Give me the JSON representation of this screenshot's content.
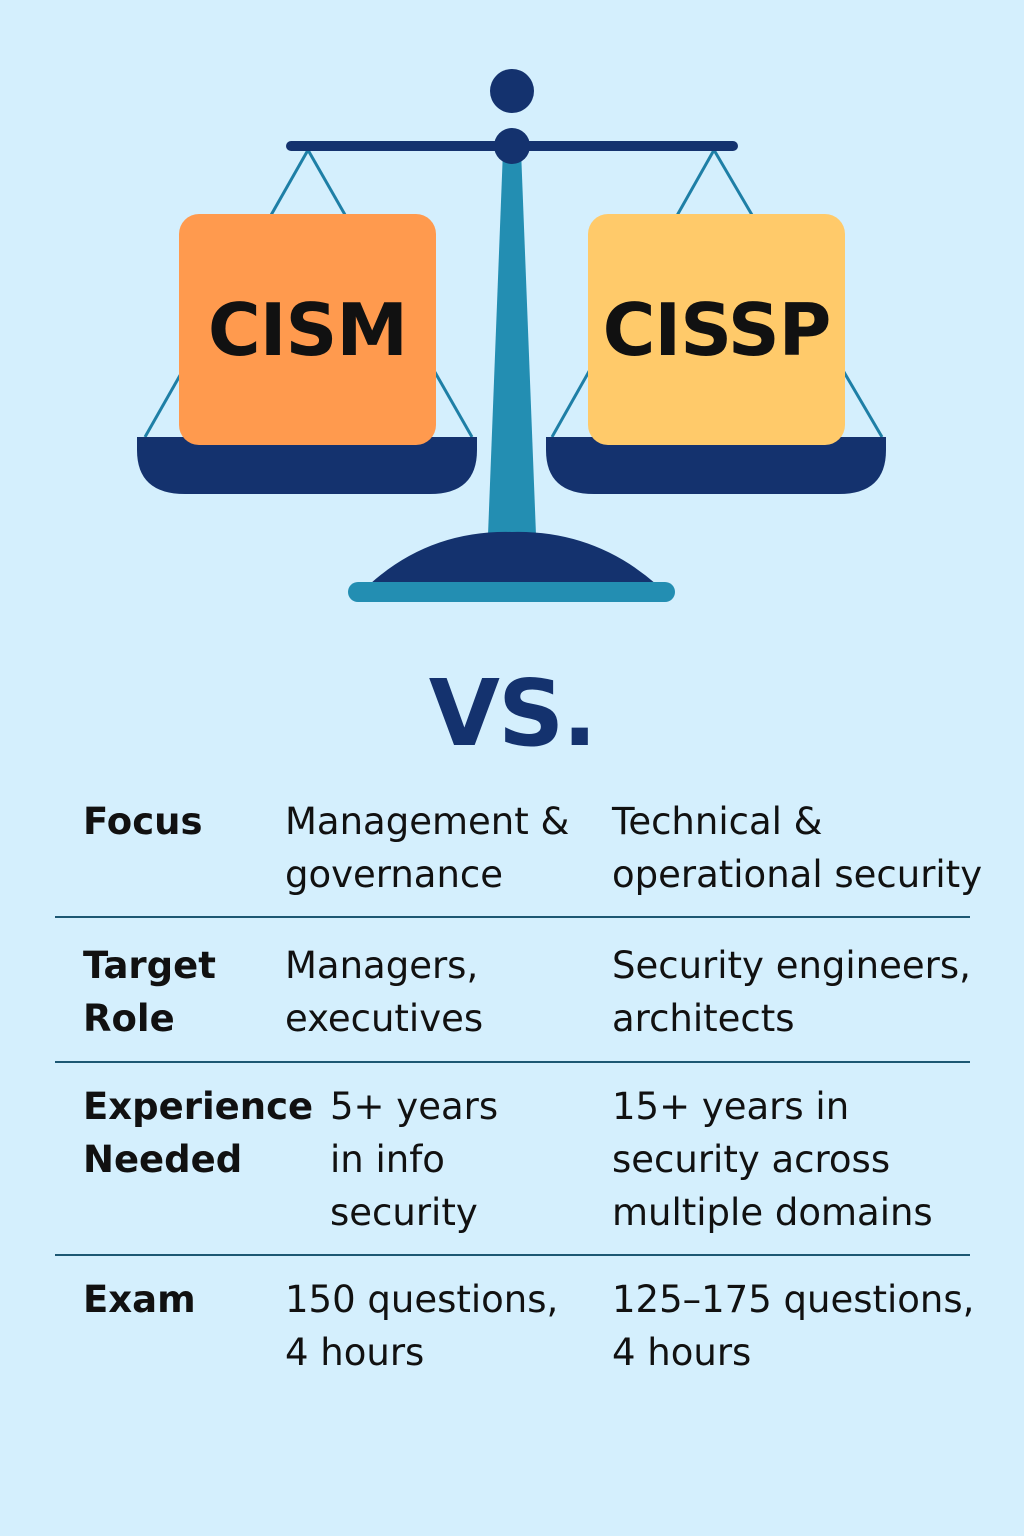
{
  "scale": {
    "left_label": "CISM",
    "right_label": "CISSP",
    "colors": {
      "navy": "#14326e",
      "teal": "#238eb2",
      "cism": "#ff9a4e",
      "cissp": "#ffca6a",
      "background": "#d4effd"
    }
  },
  "vs_label": "VS.",
  "rows": [
    {
      "label": "Focus",
      "cism": "Management &\ngovernance",
      "cissp": "Technical &\noperational security"
    },
    {
      "label": "Target\nRole",
      "cism": "Managers,\nexecutives",
      "cissp": "Security engineers,\narchitects"
    },
    {
      "label": "Experience\nNeeded",
      "cism": "5+ years\nin info\nsecurity",
      "cissp": "15+ years in\nsecurity across\nmultiple domains"
    },
    {
      "label": "Exam",
      "cism": "150 questions,\n4 hours",
      "cissp": "125–175 questions,\n4 hours"
    }
  ]
}
